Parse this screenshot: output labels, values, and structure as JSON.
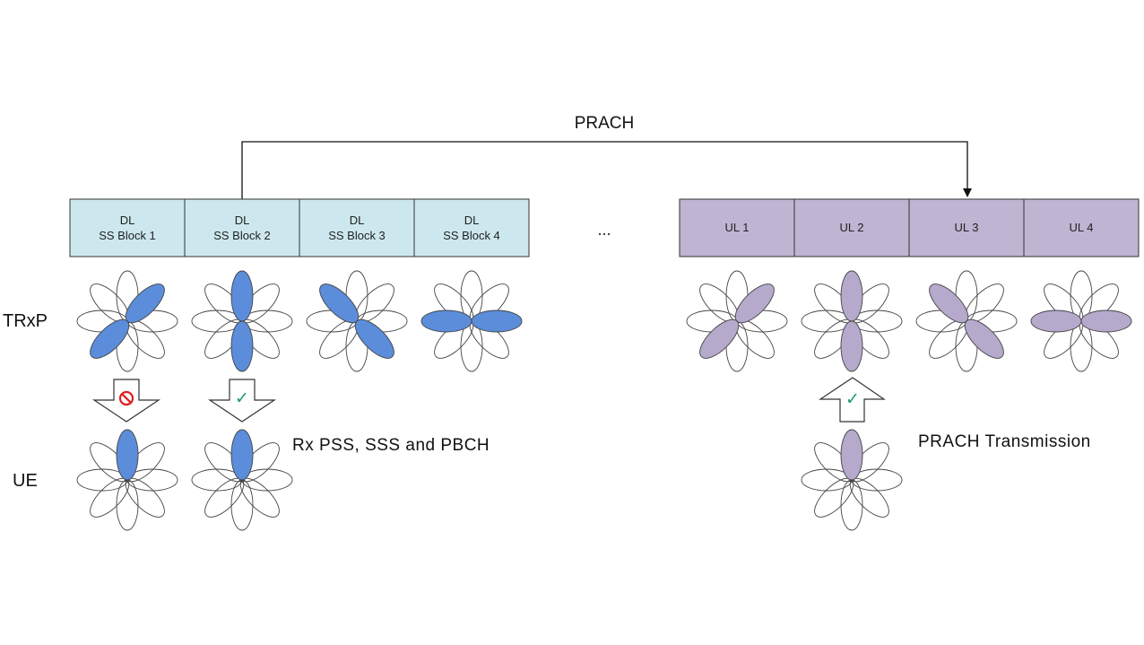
{
  "prach_label": "PRACH",
  "ellipsis": "...",
  "dl_blocks": [
    {
      "line1": "DL",
      "line2": "SS Block 1"
    },
    {
      "line1": "DL",
      "line2": "SS Block 2"
    },
    {
      "line1": "DL",
      "line2": "SS Block 3"
    },
    {
      "line1": "DL",
      "line2": "SS Block 4"
    }
  ],
  "ul_blocks": [
    {
      "label": "UL 1"
    },
    {
      "label": "UL 2"
    },
    {
      "label": "UL 3"
    },
    {
      "label": "UL 4"
    }
  ],
  "row_labels": {
    "trxp": "TRxP",
    "ue": "UE"
  },
  "captions": {
    "rx": "Rx PSS, SSS and PBCH",
    "tx": "PRACH Transmission"
  },
  "symbols": {
    "check": "✓"
  },
  "colors": {
    "dl_block_fill": "#cce8ee",
    "ul_block_fill": "#bfb4d2",
    "dl_beam": "#5b8ddb",
    "ul_beam": "#b5a9cc",
    "blocked": "#e02020",
    "allowed": "#1b9a6b"
  },
  "icons": [
    "down-arrow-icon",
    "up-arrow-icon",
    "no-entry-icon",
    "checkmark-icon",
    "beam-pattern-icon"
  ]
}
